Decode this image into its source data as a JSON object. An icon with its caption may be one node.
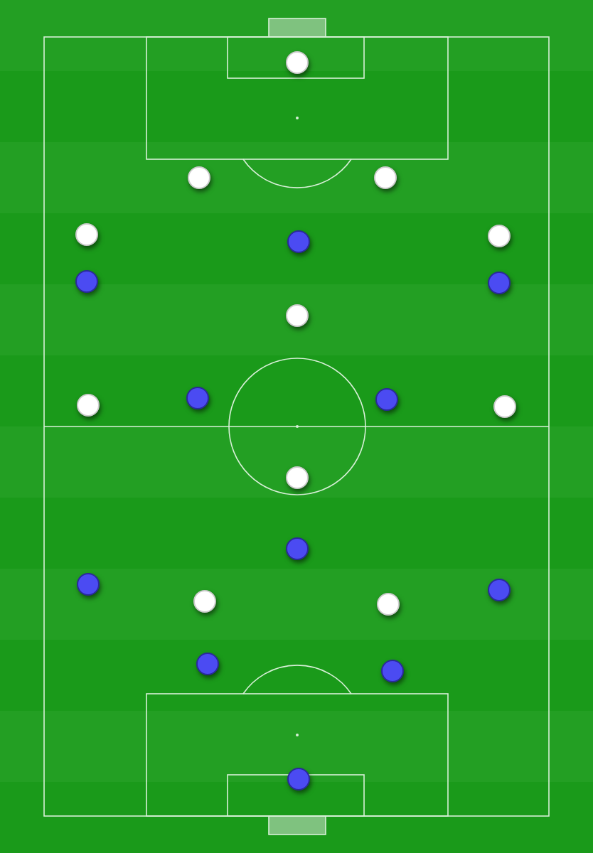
{
  "diagram": {
    "nodes": [
      {
        "text": [],
        "shape": "circle"
      },
      {
        "text": [],
        "shape": "circle"
      },
      {
        "text": [],
        "shape": "circle"
      },
      {
        "text": [],
        "shape": "circle"
      },
      {
        "text": [],
        "shape": "circle"
      },
      {
        "text": [],
        "shape": "circle"
      },
      {
        "text": [],
        "shape": "circle"
      },
      {
        "text": [],
        "shape": "circle"
      },
      {
        "text": [],
        "shape": "circle"
      },
      {
        "text": [],
        "shape": "circle"
      },
      {
        "text": [],
        "shape": "circle"
      },
      {
        "text": [],
        "shape": "circle"
      },
      {
        "text": [],
        "shape": "circle"
      },
      {
        "text": [],
        "shape": "circle"
      },
      {
        "text": [],
        "shape": "circle"
      },
      {
        "text": [],
        "shape": "circle"
      },
      {
        "text": [],
        "shape": "circle"
      },
      {
        "text": [],
        "shape": "circle"
      },
      {
        "text": [],
        "shape": "circle"
      },
      {
        "text": [],
        "shape": "circle"
      },
      {
        "text": [],
        "shape": "circle"
      },
      {
        "text": [],
        "shape": "circle"
      }
    ]
  }
}
